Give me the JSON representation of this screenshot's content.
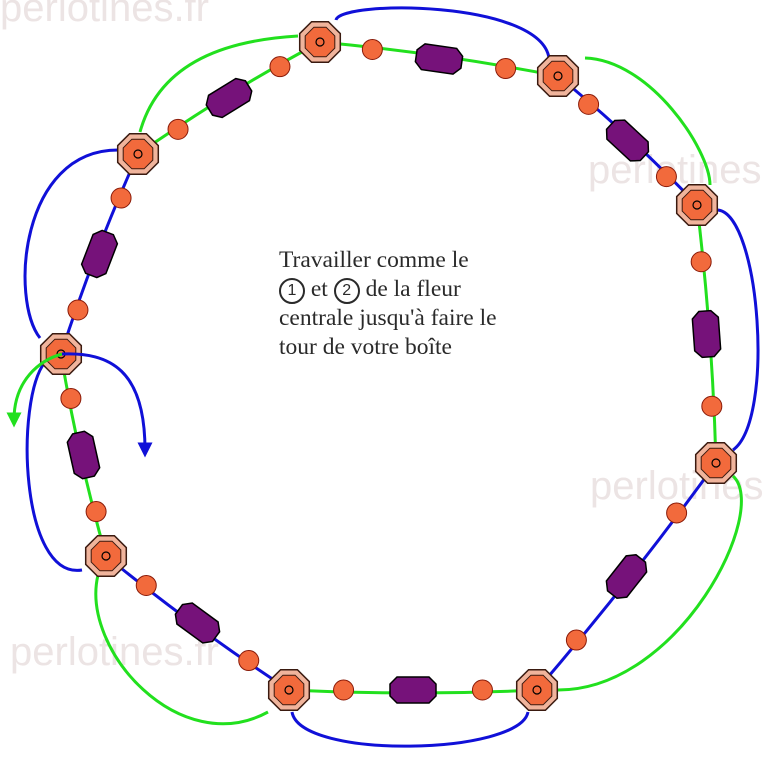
{
  "watermarks": [
    "perlotines.fr",
    "perlotines",
    "perlotines",
    "perlotines.fr"
  ],
  "instructions": {
    "line1": "Travailler comme le",
    "step1": "1",
    "connector": "et",
    "step2": "2",
    "line2_tail": "de la fleur",
    "line3": "centrale jusqu'à faire le",
    "line4": "tour de votre boîte"
  },
  "colors": {
    "thread_green": "#22e01e",
    "thread_blue": "#1010d8",
    "bead_orange": "#f26a3c",
    "bead_outline": "#8a1a08",
    "tube_purple": "#76127a",
    "octagon_rim": "#f0b49c",
    "background": "#ffffff"
  },
  "legend": {
    "octagon_bead": "octagon-bead",
    "round_bead": "round-bead",
    "tube_bead": "tube-bead",
    "arrows": [
      "green-arrow",
      "blue-arrow"
    ]
  }
}
